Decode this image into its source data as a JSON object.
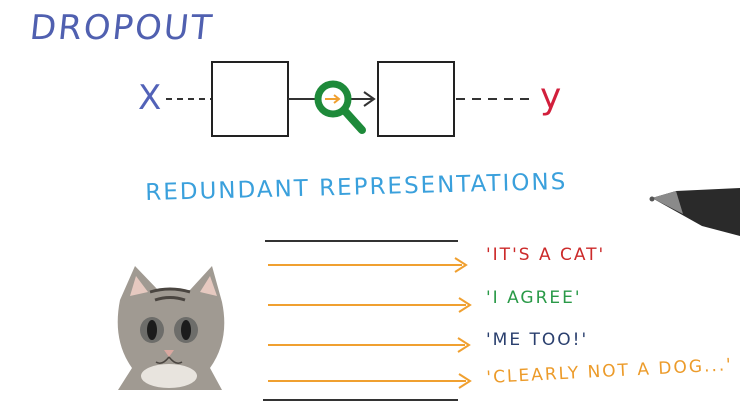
{
  "diagram": {
    "title": "DROPOUT",
    "input_label": "X",
    "output_label": "y",
    "subtitle": "REDUNDANT REPRESENTATIONS",
    "phrases": [
      "'IT'S A CAT'",
      "'I AGREE'",
      "'ME TOO!'",
      "'CLEARLY NOT A DOG...'"
    ]
  },
  "colors": {
    "title": "#5060b0",
    "x": "#5262b8",
    "y": "#d21f3c",
    "subtitle": "#3aa0dc",
    "arrows": "#f0a030",
    "magnifier": "#1e8a3a",
    "phrase_colors": [
      "#cc2a2a",
      "#2a9a48",
      "#2a3f6e",
      "#ec9b2a"
    ]
  },
  "icons": {
    "magnifier": "magnifying-glass-icon",
    "kitten": "kitten-image",
    "pen": "pen-icon"
  }
}
